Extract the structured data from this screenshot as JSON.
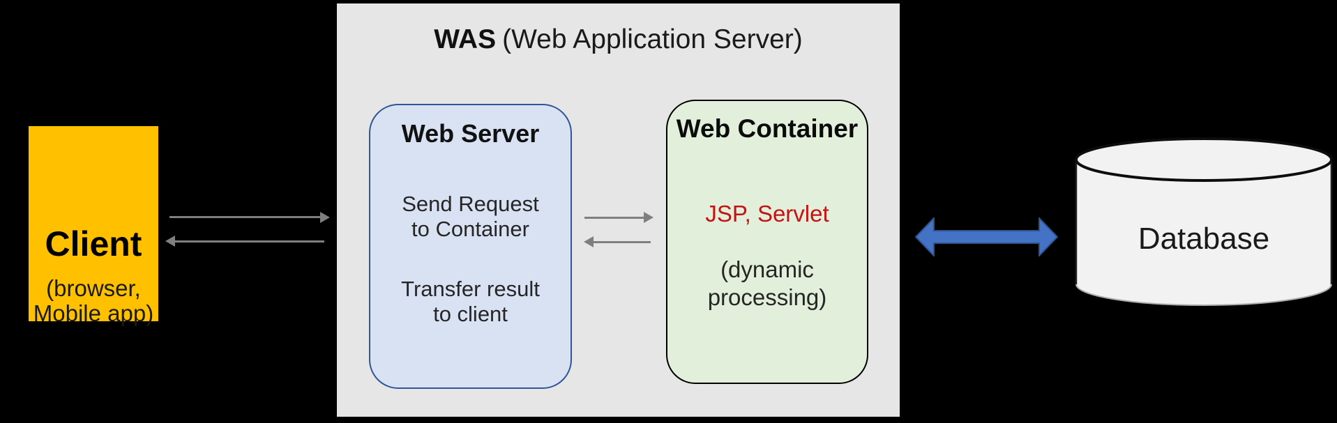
{
  "diagram": {
    "background_color": "#000000",
    "client": {
      "title": "Client",
      "subtitle_lines": [
        "(browser,",
        "Mobile app)"
      ],
      "fill_color": "#FFC000",
      "text_color": "#000000"
    },
    "was": {
      "title_bold": "WAS",
      "title_rest": "(Web Application Server)",
      "fill_color": "#E7E6E6"
    },
    "web_server": {
      "title": "Web Server",
      "body_blocks": [
        [
          "Send Request",
          "to Container"
        ],
        [
          "Transfer result",
          "to client"
        ]
      ],
      "fill_color": "#D9E2F3",
      "border_color": "#2F5597"
    },
    "web_container": {
      "title": "Web Container",
      "highlight": "JSP, Servlet",
      "highlight_color": "#C51212",
      "body_lines": [
        "(dynamic",
        "processing)"
      ],
      "fill_color": "#E2EFDA",
      "border_color": "#000000"
    },
    "database": {
      "title": "Database",
      "fill_color": "#F2F2F2"
    },
    "arrows": {
      "gray_color": "#7F7F7F",
      "blue_fill": "#4472C4",
      "blue_border": "#2F528F"
    }
  }
}
